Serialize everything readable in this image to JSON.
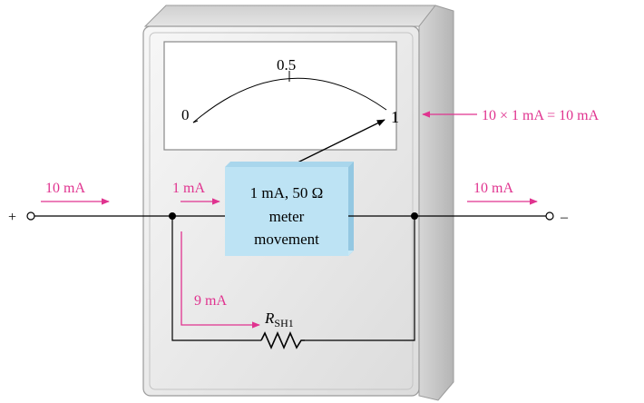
{
  "meter": {
    "scale_min": "0",
    "scale_mid": "0.5",
    "scale_max": "1",
    "movement_line1": "1 mA, 50 Ω",
    "movement_line2": "meter",
    "movement_line3": "movement",
    "needle_value": 1.0
  },
  "annotations": {
    "full_scale_eq": "10 × 1 mA  = 10 mA",
    "input_current": "10 mA",
    "meter_current": "1 mA",
    "output_current": "10 mA",
    "shunt_current": "9 mA"
  },
  "circuit": {
    "plus_terminal": "+",
    "minus_terminal": "–",
    "shunt_label_main": "R",
    "shunt_label_sub": "SH1"
  },
  "colors": {
    "annotation": "#e0338f",
    "case_face": "#e7e7e7",
    "case_side": "#c9c9c9",
    "movement_box": "#bde3f4",
    "wire": "#000000"
  }
}
